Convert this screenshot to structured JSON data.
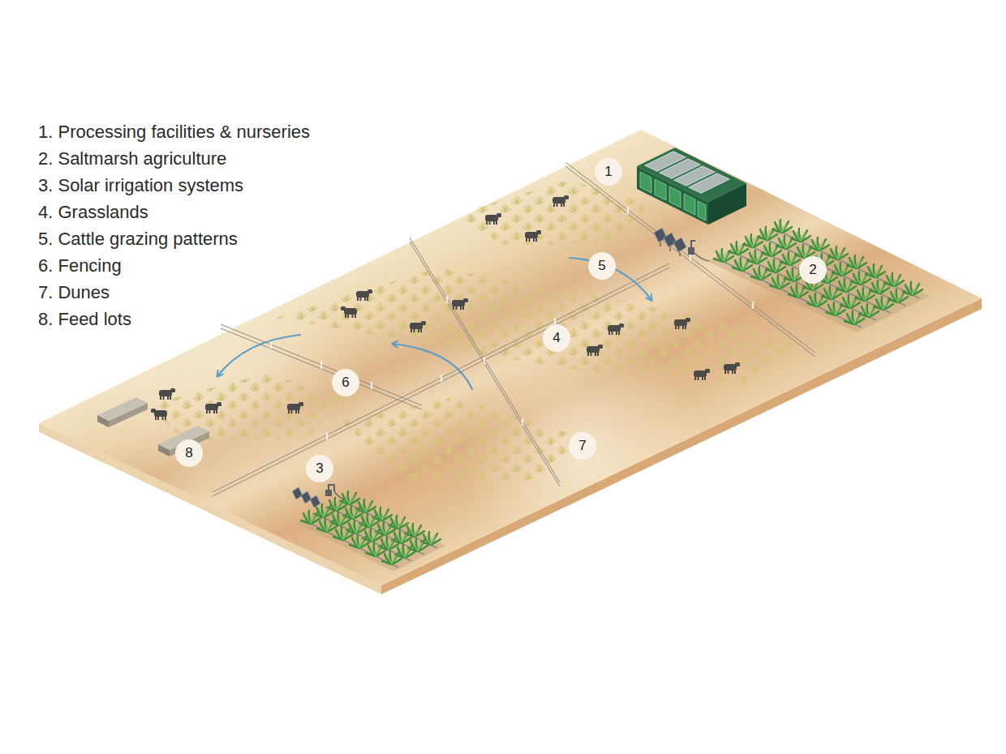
{
  "diagram": {
    "nodes": [
      {
        "text": [
          "1"
        ]
      },
      {
        "text": [
          "5"
        ]
      },
      {
        "text": [
          "2"
        ]
      },
      {
        "text": [
          "4"
        ]
      },
      {
        "text": [
          "6"
        ]
      },
      {
        "text": [
          "7"
        ]
      },
      {
        "text": [
          "8"
        ]
      },
      {
        "text": [
          "3"
        ]
      }
    ],
    "labels": [
      "1. Processing facilities & nurseries",
      "2. Saltmarsh agriculture",
      "3. Solar irrigation systems",
      "4. Grasslands",
      "5. Cattle grazing patterns",
      "6. Fencing",
      "7. Dunes",
      "8. Feed lots"
    ]
  }
}
